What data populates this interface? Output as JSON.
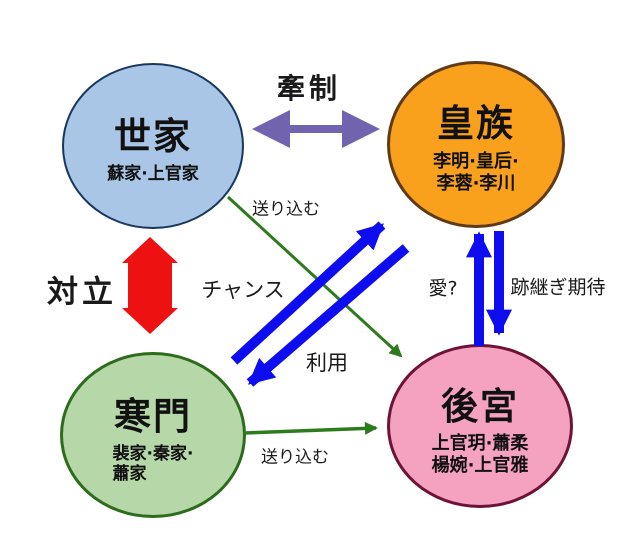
{
  "diagram_title": "relationship-diagram",
  "colors": {
    "background": "#ffffff",
    "text": "#1a1a1a",
    "purple_arrow": "#7263ae",
    "red_arrow": "#ee1111",
    "blue_arrow": "#0d0df0",
    "green_arrow": "#2e7a1e"
  },
  "nodes": [
    {
      "id": "sekke",
      "title": "世家",
      "subtitle_lines": [
        "蘇家·上官家"
      ],
      "fill": "#a9c6e7",
      "border": "#17375e"
    },
    {
      "id": "kouzoku",
      "title": "皇族",
      "subtitle_lines": [
        "李明·皇后·",
        "李蓉·李川"
      ],
      "fill": "#f9a11d",
      "border": "#5f3a15"
    },
    {
      "id": "kanmon",
      "title": "寒門",
      "subtitle_lines": [
        "裴家·秦家·",
        "蕭家"
      ],
      "fill": "#b6d7a8",
      "border": "#2d6b1d"
    },
    {
      "id": "koukyuu",
      "title": "後宮",
      "subtitle_lines": [
        "上官玥·蕭柔",
        "楊婉·上官雅"
      ],
      "fill": "#f5a1c0",
      "border": "#6e1237"
    }
  ],
  "relations": [
    {
      "id": "kensei",
      "label": "牽制",
      "from": "世家",
      "to": "皇族",
      "style": "double-headed",
      "color": "#7263ae"
    },
    {
      "id": "tairitsu",
      "label": "対立",
      "from": "世家",
      "to": "寒門",
      "style": "double-headed",
      "color": "#ee1111"
    },
    {
      "id": "chansu",
      "label": "チャンス",
      "from": "寒門",
      "to": "皇族",
      "style": "single",
      "color": "#0d0df0"
    },
    {
      "id": "riyou",
      "label": "利用",
      "from": "皇族",
      "to": "寒門",
      "style": "single",
      "color": "#0d0df0"
    },
    {
      "id": "ai",
      "label": "愛?",
      "from": "後宮",
      "to": "皇族",
      "style": "single",
      "color": "#0d0df0"
    },
    {
      "id": "atotsugi_kitai",
      "label": "跡継ぎ期待",
      "from": "皇族",
      "to": "後宮",
      "style": "single",
      "color": "#0d0df0"
    },
    {
      "id": "okurikomu_sekke",
      "label": "送り込む",
      "from": "世家",
      "to": "後宮",
      "style": "single",
      "color": "#2e7a1e"
    },
    {
      "id": "okurikomu_kanmon",
      "label": "送り込む",
      "from": "寒門",
      "to": "後宮",
      "style": "single",
      "color": "#2e7a1e"
    }
  ]
}
